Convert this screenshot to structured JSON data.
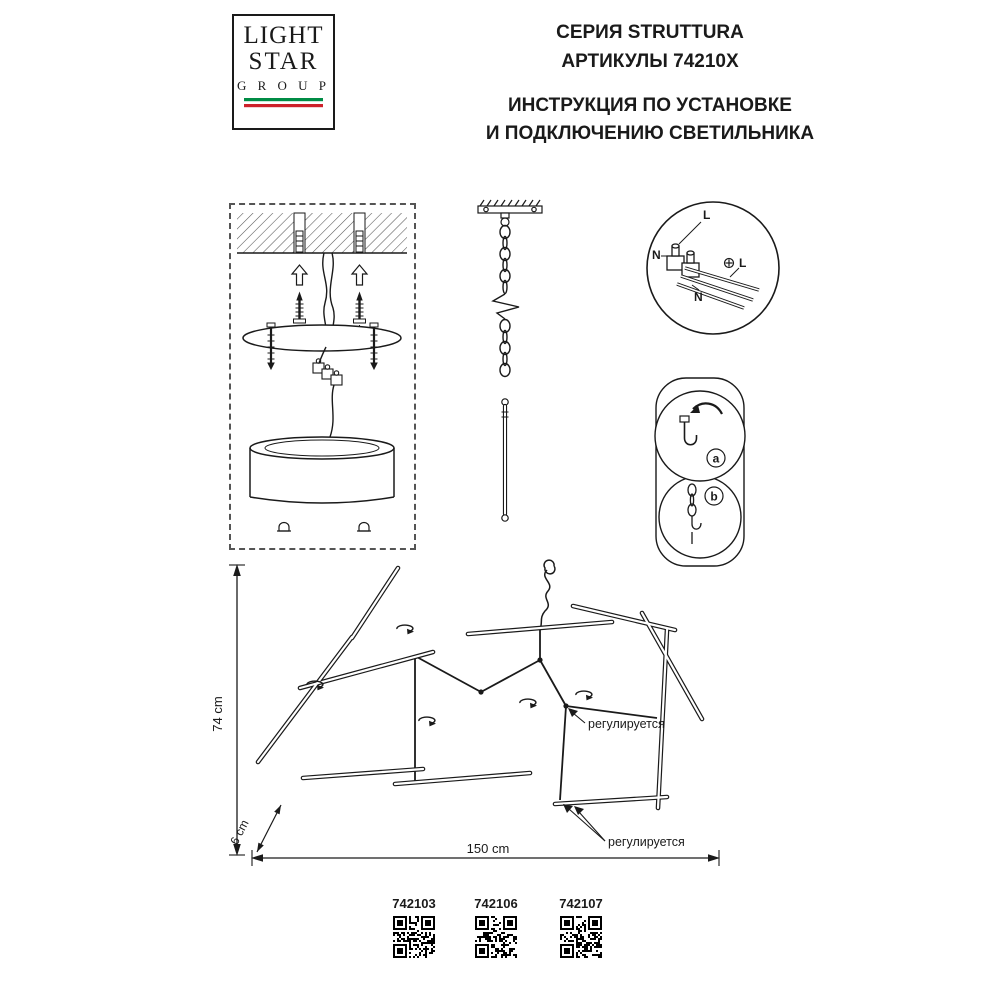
{
  "logo": {
    "line1": "LIGHT",
    "line2": "STAR",
    "line3": "G R O U P",
    "colors": {
      "green": "#008C45",
      "red": "#CD212A"
    }
  },
  "header": {
    "series": "СЕРИЯ STRUTTURA",
    "articles": "АРТИКУЛЫ 74210X",
    "instruction1": "ИНСТРУКЦИЯ ПО УСТАНОВКЕ",
    "instruction2": "И ПОДКЛЮЧЕНИЮ СВЕТИЛЬНИКА"
  },
  "wiring": {
    "label_l_top": "L",
    "label_n_left": "N",
    "label_l_right": "L",
    "label_n_bottom": "N"
  },
  "details": {
    "a": "a",
    "b": "b"
  },
  "dimensions": {
    "height": "74 cm",
    "depth": "6 cm",
    "width": "150 cm"
  },
  "annotations": {
    "adjustable1": "регулируется",
    "adjustable2": "регулируется"
  },
  "articles": [
    {
      "code": "742103"
    },
    {
      "code": "742106"
    },
    {
      "code": "742107"
    }
  ]
}
